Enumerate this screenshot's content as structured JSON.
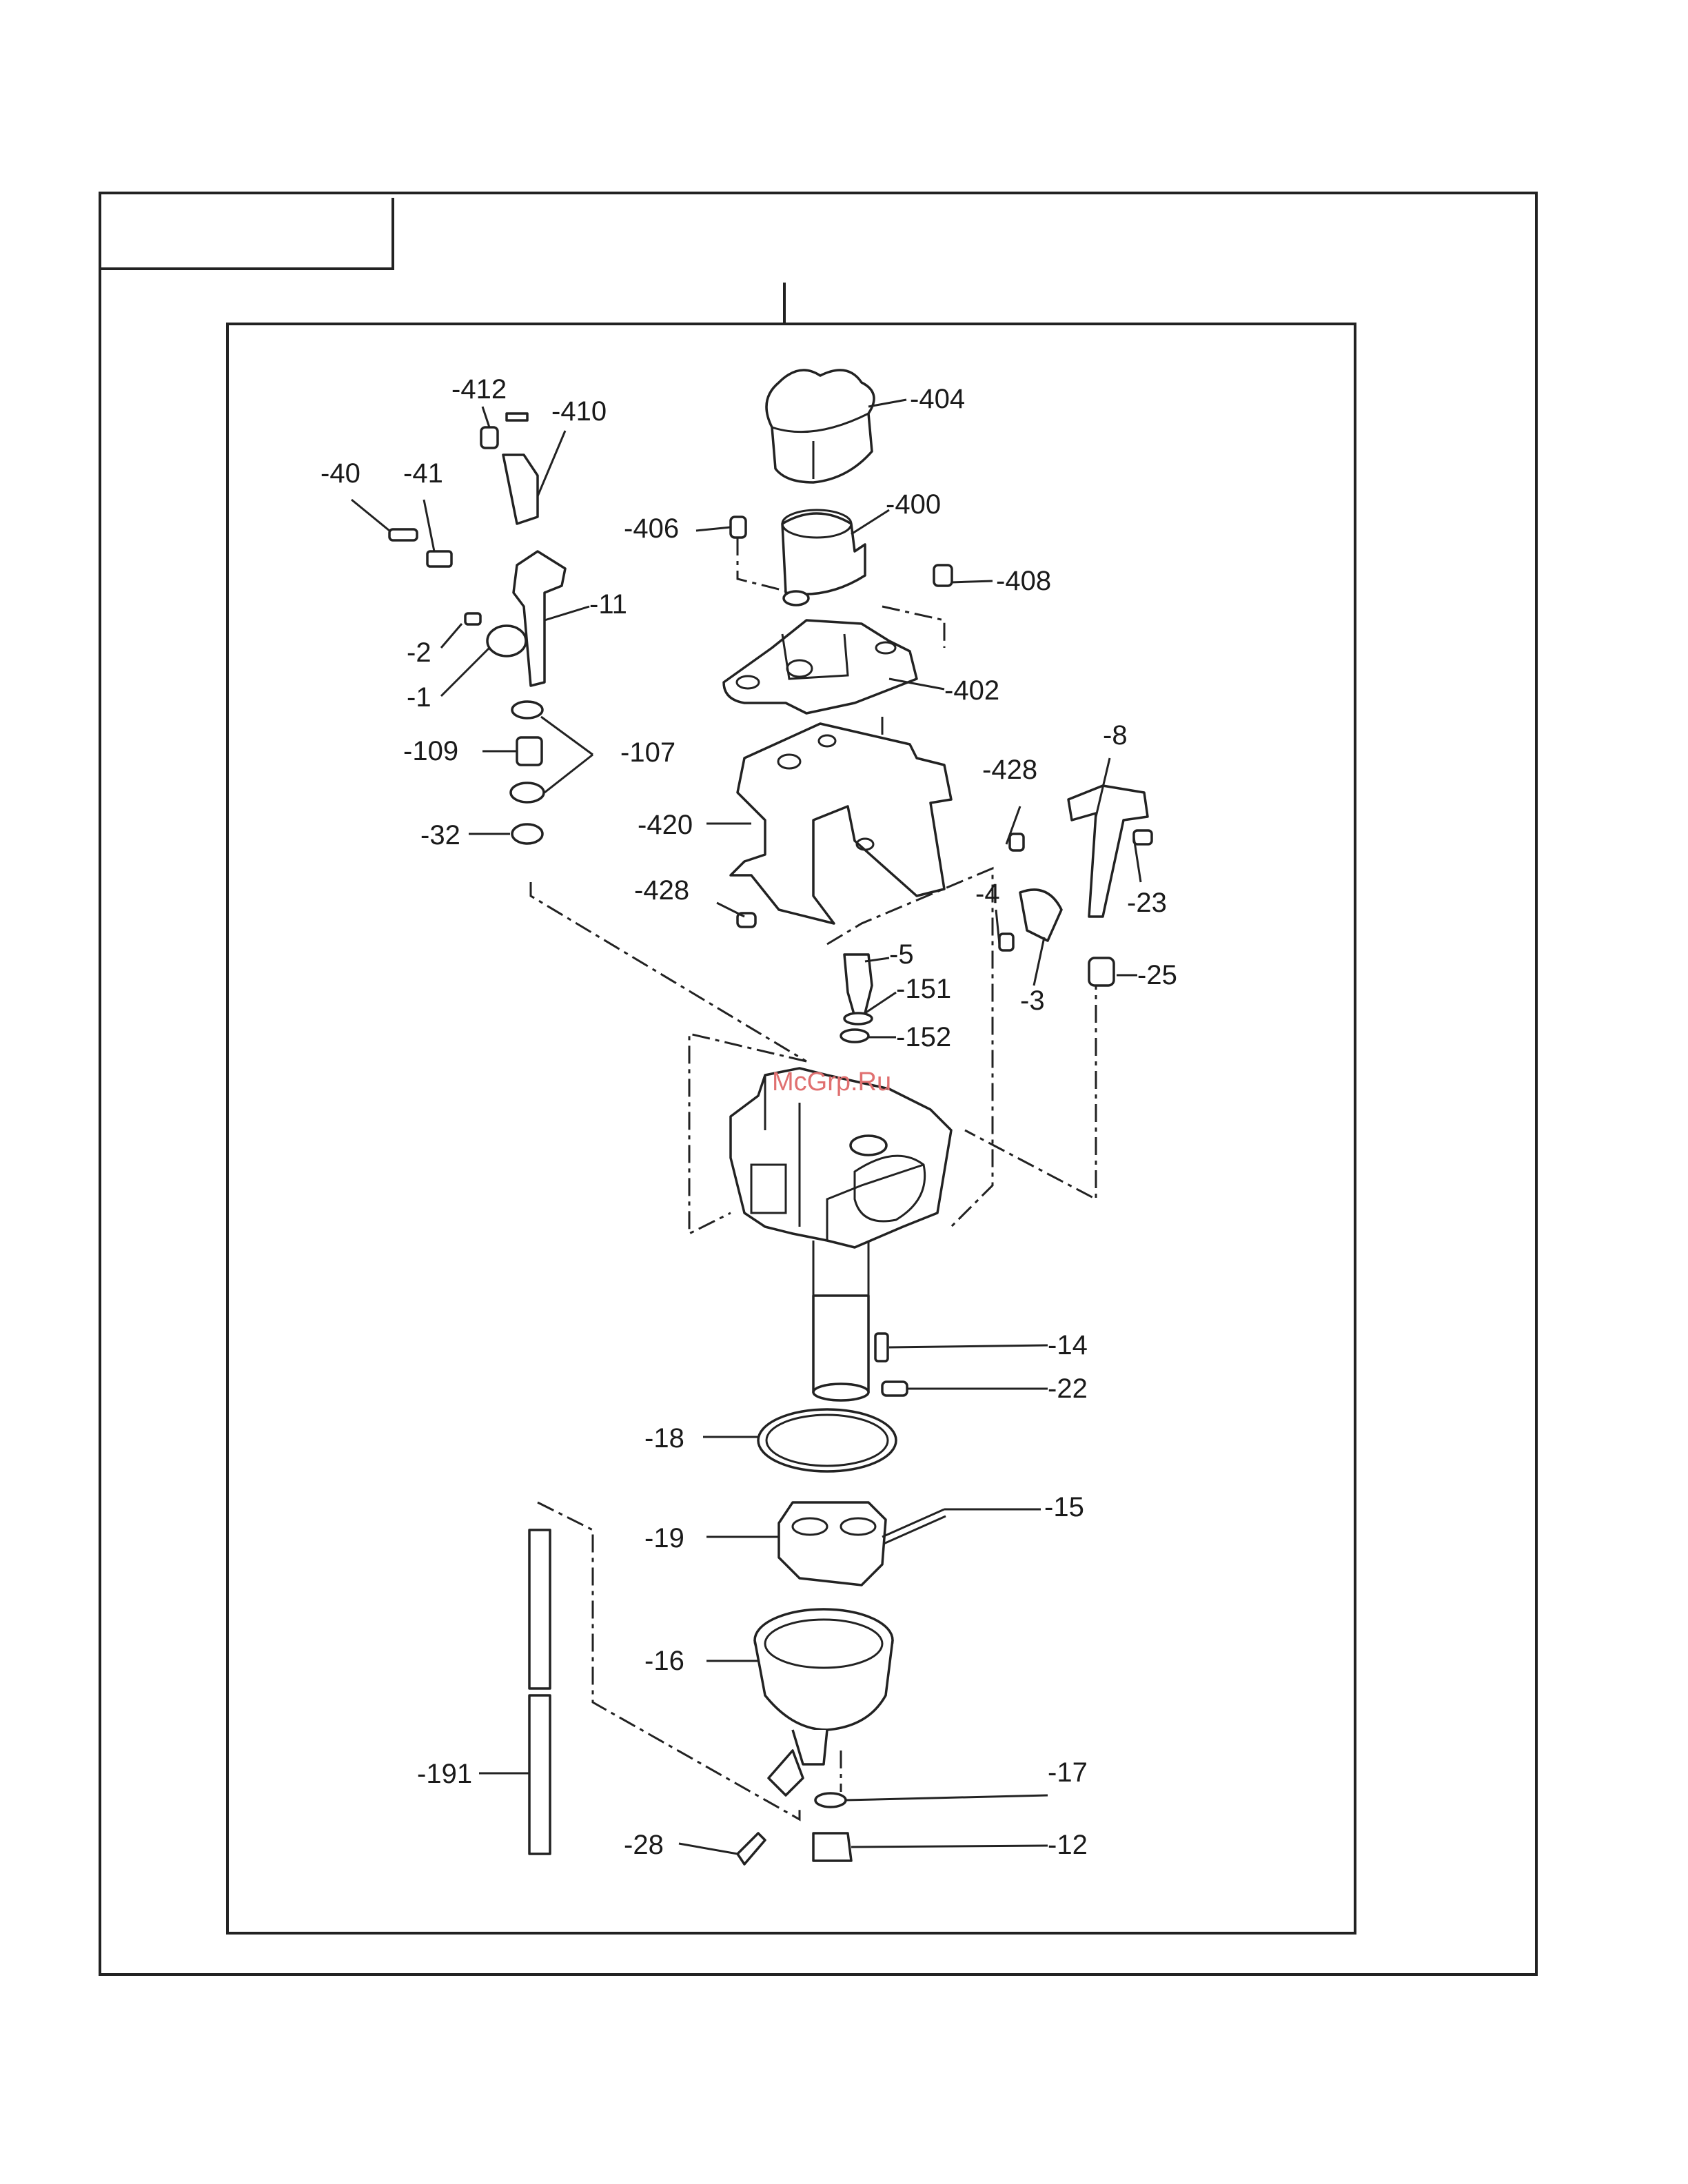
{
  "watermark": "McGrp.Ru",
  "parts": [
    {
      "id": "p412",
      "label": "-412"
    },
    {
      "id": "p410",
      "label": "-410"
    },
    {
      "id": "p404",
      "label": "-404"
    },
    {
      "id": "p40",
      "label": "-40"
    },
    {
      "id": "p41",
      "label": "-41"
    },
    {
      "id": "p406",
      "label": "-406"
    },
    {
      "id": "p400",
      "label": "-400"
    },
    {
      "id": "p408",
      "label": "-408"
    },
    {
      "id": "p11",
      "label": "-11"
    },
    {
      "id": "p2",
      "label": "-2"
    },
    {
      "id": "p1",
      "label": "-1"
    },
    {
      "id": "p402",
      "label": "-402"
    },
    {
      "id": "p109",
      "label": "-109"
    },
    {
      "id": "p107",
      "label": "-107"
    },
    {
      "id": "p8",
      "label": "-8"
    },
    {
      "id": "p428a",
      "label": "-428"
    },
    {
      "id": "p32",
      "label": "-32"
    },
    {
      "id": "p420",
      "label": "-420"
    },
    {
      "id": "p23",
      "label": "-23"
    },
    {
      "id": "p428b",
      "label": "-428"
    },
    {
      "id": "p4",
      "label": "-4"
    },
    {
      "id": "p5",
      "label": "-5"
    },
    {
      "id": "p151",
      "label": "-151"
    },
    {
      "id": "p25",
      "label": "-25"
    },
    {
      "id": "p3",
      "label": "-3"
    },
    {
      "id": "p152",
      "label": "-152"
    },
    {
      "id": "p14",
      "label": "-14"
    },
    {
      "id": "p22",
      "label": "-22"
    },
    {
      "id": "p18",
      "label": "-18"
    },
    {
      "id": "p15",
      "label": "-15"
    },
    {
      "id": "p19",
      "label": "-19"
    },
    {
      "id": "p16",
      "label": "-16"
    },
    {
      "id": "p191",
      "label": "-191"
    },
    {
      "id": "p17",
      "label": "-17"
    },
    {
      "id": "p28",
      "label": "-28"
    },
    {
      "id": "p12",
      "label": "-12"
    }
  ]
}
